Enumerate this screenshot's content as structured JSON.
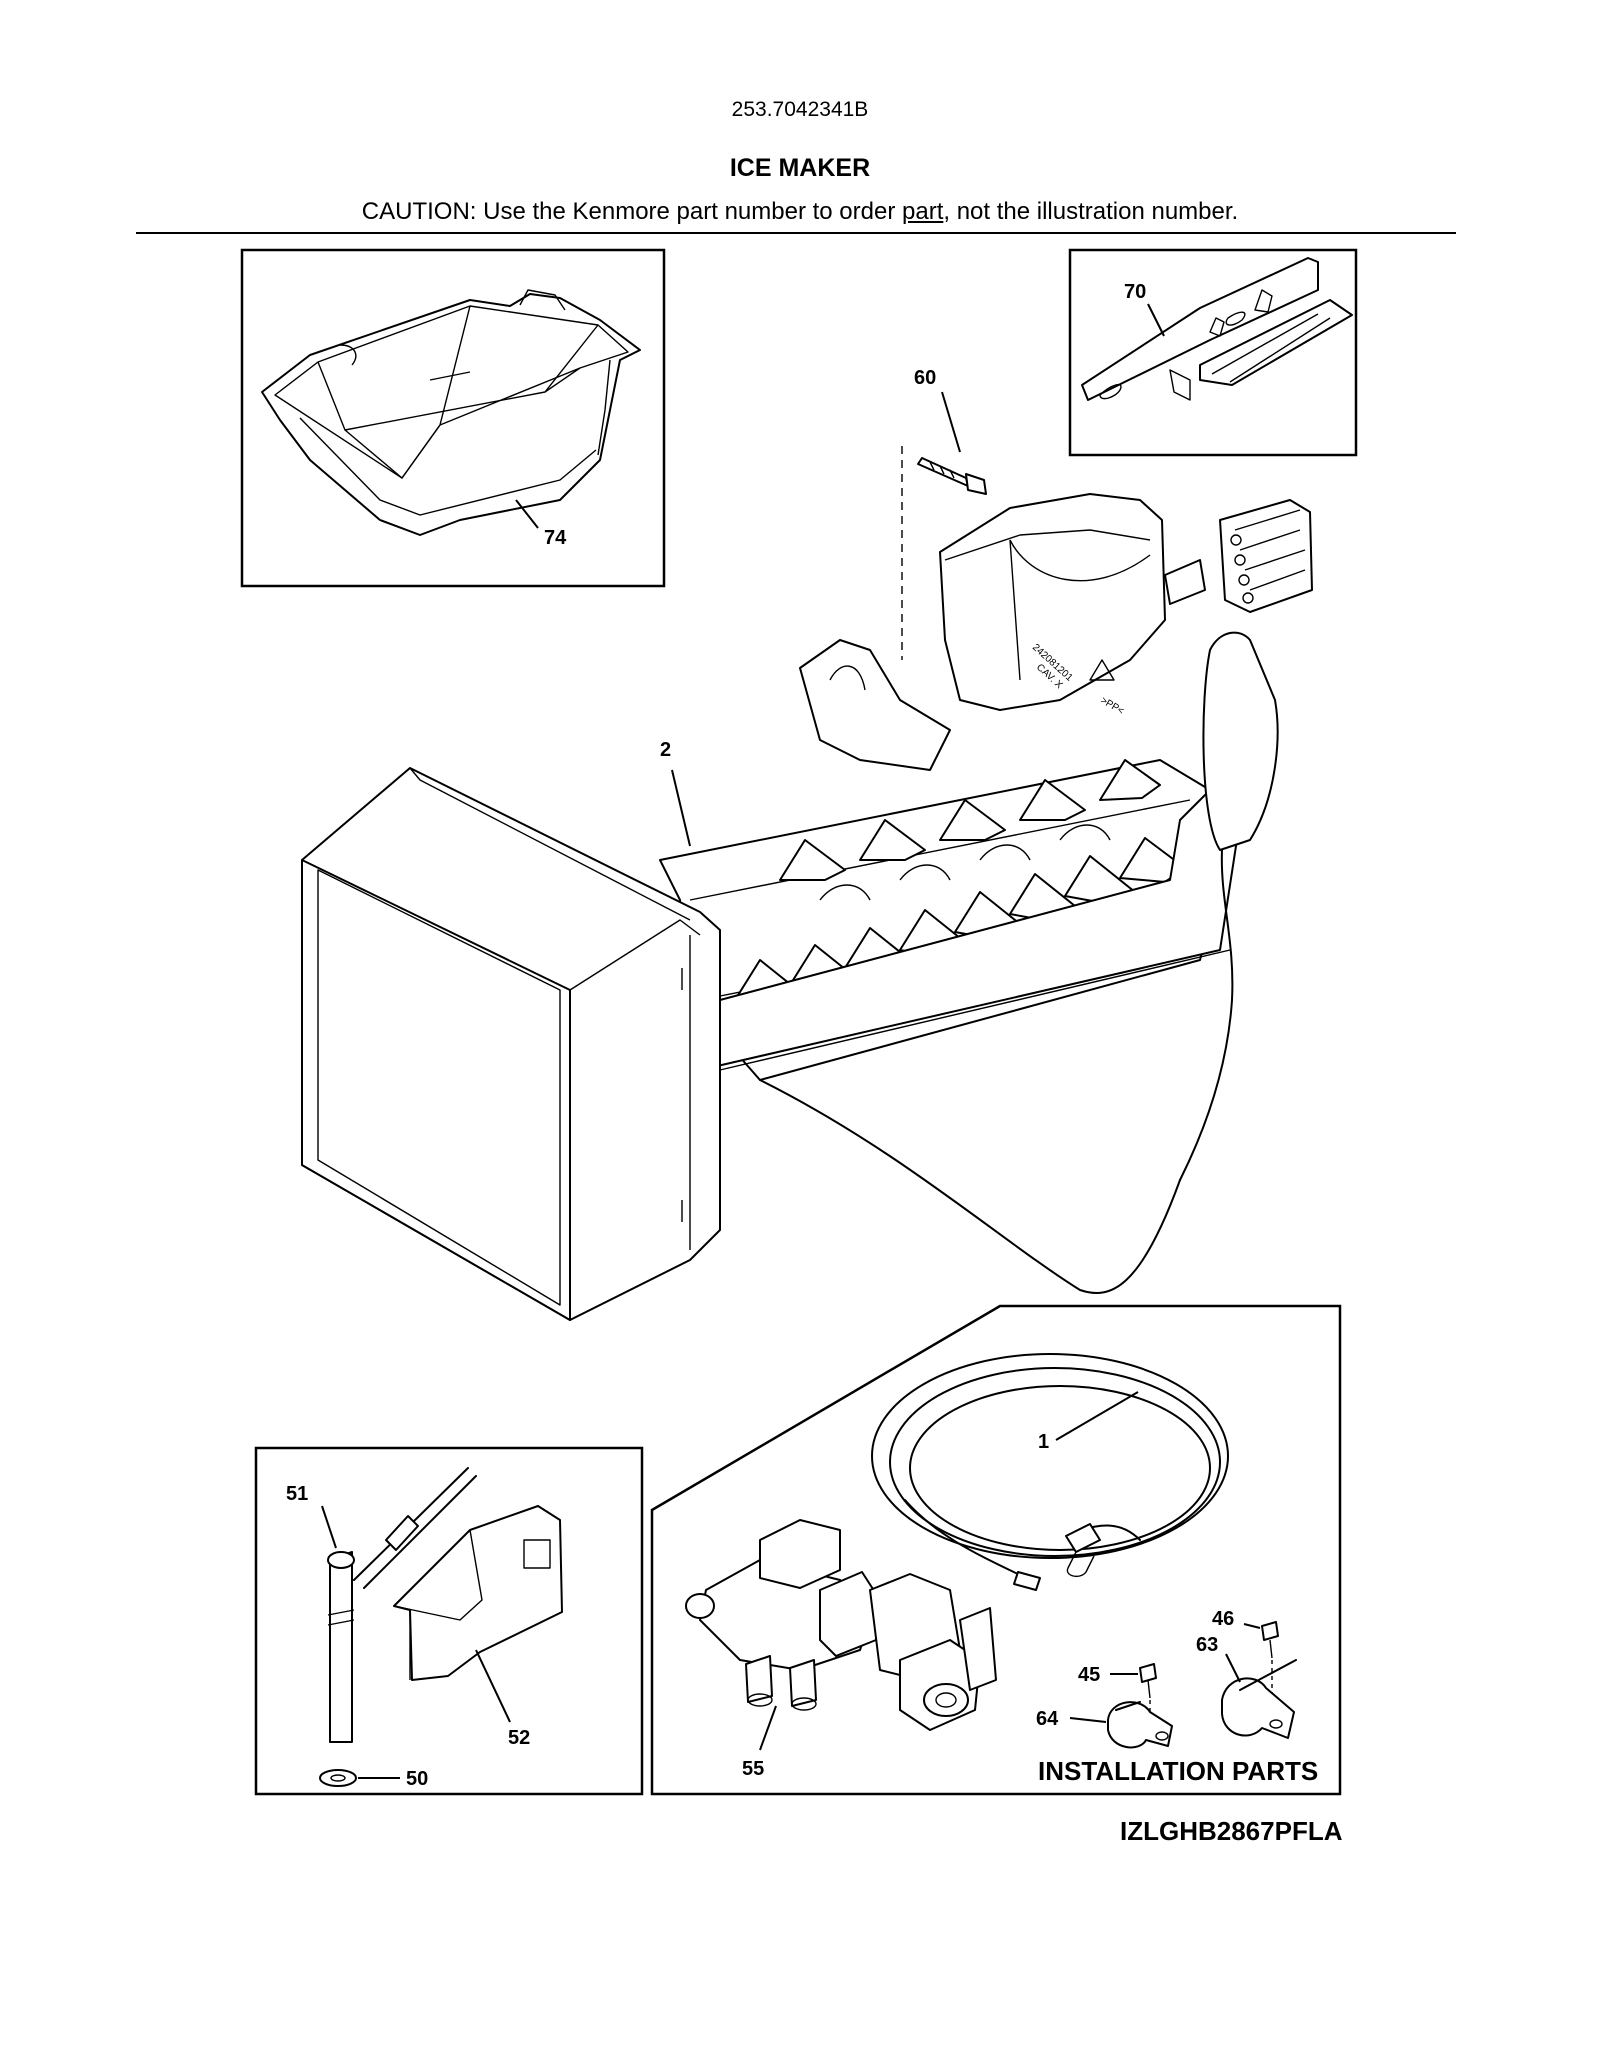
{
  "header": {
    "model_number": "253.7042341B",
    "title": "ICE MAKER",
    "caution_prefix": "CAUTION: Use the Kenmore part number to order ",
    "caution_link": "part",
    "caution_suffix": ", not the illustration number."
  },
  "callouts": {
    "p1": "1",
    "p2": "2",
    "p45": "45",
    "p46": "46",
    "p50": "50",
    "p51": "51",
    "p52": "52",
    "p55": "55",
    "p60": "60",
    "p63": "63",
    "p64": "64",
    "p70": "70",
    "p74": "74"
  },
  "installation_parts_label": "INSTALLATION PARTS",
  "diagram_code": "IZLGHB2867PFLA",
  "molded_text": {
    "line1": "242081201",
    "line2": "CAV. X",
    "recycle_mark": ">PP<"
  }
}
